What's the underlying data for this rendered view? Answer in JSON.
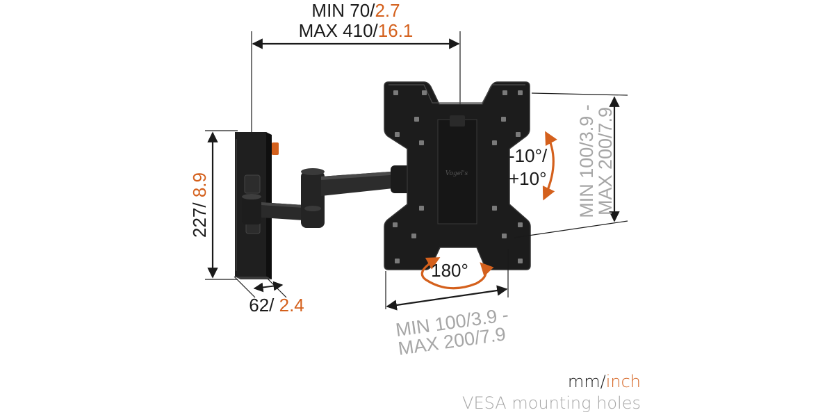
{
  "colors": {
    "black": "#1a1a1a",
    "accent": "#d4601c",
    "gray": "#a6a6a6",
    "mount": "#2a2a2a"
  },
  "top_width": {
    "min_mm": "MIN 70/",
    "min_inch": "2.7",
    "max_mm": "MAX 410/",
    "max_inch": "16.1"
  },
  "height": {
    "mm": "227/ ",
    "inch": "8.9"
  },
  "depth": {
    "mm": "62/ ",
    "inch": "2.4"
  },
  "tilt": {
    "line1": "-10°/",
    "line2": "+10°"
  },
  "rotation": {
    "label": "180°"
  },
  "vesa_horizontal": {
    "line1": "MIN 100/3.9 -",
    "line2": "MAX 200/7.9"
  },
  "vesa_vertical": {
    "line1": "MIN 100/3.9 -",
    "line2": "MAX 200/7.9"
  },
  "logo_text": "Vogel's",
  "legend": {
    "unit_mm": "mm/",
    "unit_inch": "inch",
    "caption": "VESA mounting holes"
  }
}
